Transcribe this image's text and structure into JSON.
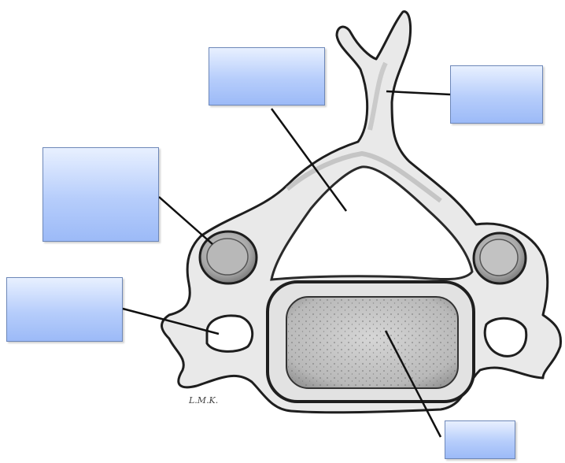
{
  "figure": {
    "subject": "vertebra-illustration",
    "artist_signature": "L.M.K.",
    "colors": {
      "bone_fill": "#e9e9e9",
      "bone_shade": "#9a9a9a",
      "outline": "#1e1e1e",
      "label_fill": "#b6cdfb",
      "label_border": "#6d87b8",
      "leader_line": "#111111"
    }
  },
  "labels": [
    {
      "id": "vertebral-foramen",
      "text": ""
    },
    {
      "id": "spinous-process",
      "text": ""
    },
    {
      "id": "superior-articular-facet",
      "text": ""
    },
    {
      "id": "transverse-process",
      "text": ""
    },
    {
      "id": "vertebral-body",
      "text": ""
    }
  ]
}
